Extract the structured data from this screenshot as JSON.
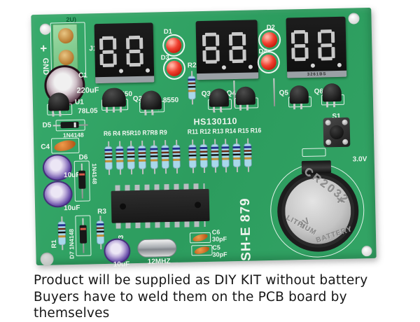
{
  "caption": {
    "line1": "Product will be supplied as DIY KIT without battery",
    "line2": "Buyers have to weld them on the PCB board by themselves"
  },
  "board": {
    "input_label": "2U)",
    "plus": "+",
    "gnd": "GND",
    "j1": "J1",
    "c1": "C1",
    "c1_value": "220uF",
    "u1": "U1",
    "u1_part": "78L05",
    "board_id": "HS130110",
    "model": "SH-E 879",
    "displays": [
      {
        "value": "8.8.",
        "part": ""
      },
      {
        "value": "8.8.",
        "part": ""
      },
      {
        "value": "8.8.",
        "part": "3261BS"
      }
    ],
    "leds": {
      "d1": "D1",
      "d2": "D2",
      "d3": "D3",
      "d4": "D4"
    },
    "r2": "R2",
    "q_labels": {
      "q1_part": "8550",
      "q2": "Q2",
      "q2_part": "8550",
      "q3": "Q3",
      "q4": "Q4",
      "q5": "Q5",
      "q6": "Q6"
    },
    "resistors": {
      "row1_labels": "R6 R4 R5R10 R7R8 R9",
      "row2_labels": "R11 R12 R13 R14 R15 R16",
      "group1_count": 7,
      "group2_count": 6
    },
    "d5": "D5",
    "d5_part": "1N4148",
    "c4": "C4",
    "cap_a_value": "10uF",
    "cap_b_value": "10uF",
    "d6": "D6",
    "d6_part": "1N4148",
    "r1": "R1",
    "d7_part": "D7 1N4148",
    "r3": "R3",
    "c3": "C3",
    "c3_value": "10uF",
    "crystal": "12MHZ",
    "c6": "C6",
    "c6_value": "30pF",
    "c5": "C5",
    "c5_value": "30pF",
    "s1": "S1",
    "battery_voltage": "3.0V",
    "battery": {
      "model": "CR2032",
      "plus": "+",
      "volt": "3V",
      "type_left": "LITHIUM",
      "type_right": "BATTERY"
    }
  }
}
